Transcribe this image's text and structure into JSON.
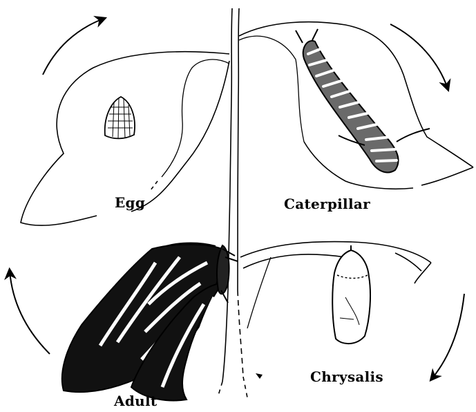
{
  "stages": {
    "egg": "Egg",
    "caterpillar": "Caterpillar",
    "chrysalis": "Chrysalis",
    "adult": "Adult"
  },
  "colors": {
    "ink": "#000000",
    "paper": "#ffffff"
  },
  "icons": [
    "cycle-arrow-icon",
    "egg-icon",
    "caterpillar-icon",
    "chrysalis-icon",
    "butterfly-icon"
  ]
}
